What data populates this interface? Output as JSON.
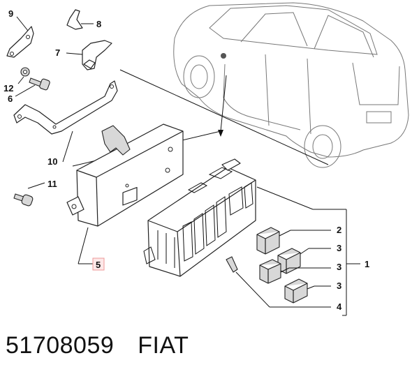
{
  "callouts": {
    "c1": "1",
    "c2": "2",
    "c3a": "3",
    "c3b": "3",
    "c3c": "3",
    "c4": "4",
    "c5": "5",
    "c6": "6",
    "c7": "7",
    "c8": "8",
    "c9": "9",
    "c10": "10",
    "c11": "11",
    "c12": "12"
  },
  "footer": {
    "part_number": "51708059",
    "brand": "FIAT"
  },
  "colors": {
    "line": "#111111",
    "highlight_fill": "#fde8e8",
    "highlight_stroke": "#ee9999"
  }
}
